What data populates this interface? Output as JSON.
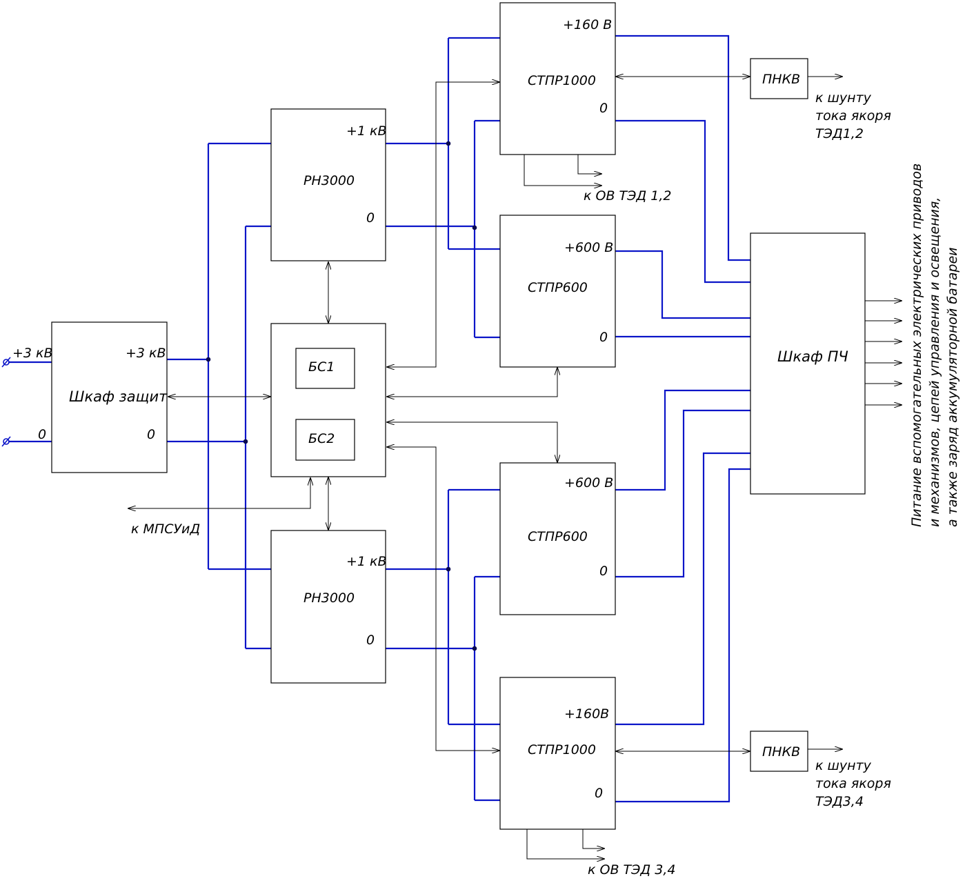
{
  "colors": {
    "bus": "#0a14c8",
    "signal": "#000000",
    "background": "#ffffff"
  },
  "input": {
    "plus_label": "+3 кВ",
    "zero_label": "0",
    "terminal_icon": "terminal-circle-icon"
  },
  "shkaf_zashchit": {
    "title": "Шкаф защит",
    "plus": "+3 кВ",
    "zero": "0"
  },
  "rn_top": {
    "title": "РН3000",
    "plus": "+1 кВ",
    "zero": "0"
  },
  "rn_bottom": {
    "title": "РН3000",
    "plus": "+1 кВ",
    "zero": "0"
  },
  "bs": {
    "bs1": "БС1",
    "bs2": "БС2"
  },
  "mpsuid_label": "к МПСУиД",
  "stpr1000_top": {
    "title": "СТПР1000",
    "plus": "+160 В",
    "zero": "0"
  },
  "stpr600_top": {
    "title": "СТПР600",
    "plus": "+600 В",
    "zero": "0"
  },
  "stpr600_bottom": {
    "title": "СТПР600",
    "plus": "+600 В",
    "zero": "0"
  },
  "stpr1000_bottom": {
    "title": "СТПР1000",
    "plus": "+160В",
    "zero": "0"
  },
  "pnkv_top": {
    "title": "ПНКВ",
    "note_lines": [
      "к шунту",
      "тока якоря",
      "ТЭД1,2"
    ]
  },
  "pnkv_bottom": {
    "title": "ПНКВ",
    "note_lines": [
      "к шунту",
      "тока якоря",
      "ТЭД3,4"
    ]
  },
  "ov_top_label": "к ОВ ТЭД 1,2",
  "ov_bottom_label": "к ОВ ТЭД 3,4",
  "shkaf_pch": {
    "title": "Шкаф ПЧ"
  },
  "pch_output_note": [
    "Питание вспомогательных электрических приводов",
    "и механизмов, цепей управления и освещения,",
    "а также заряд аккумуляторной батареи"
  ]
}
